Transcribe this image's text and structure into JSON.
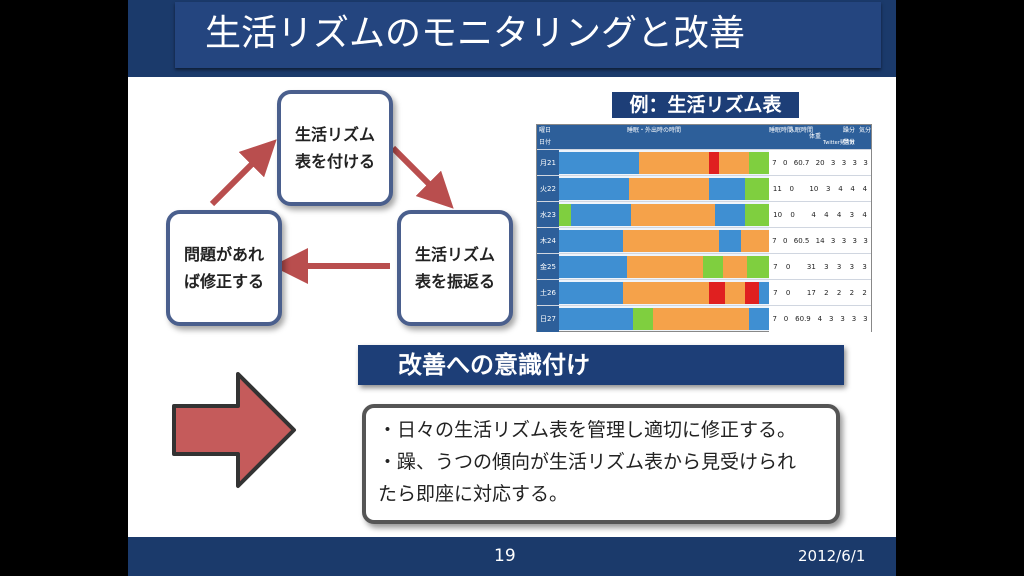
{
  "slide": {
    "title": "生活リズムのモニタリングと改善",
    "cycle": {
      "node_top": "生活リズム\n表を付ける",
      "node_right": "生活リズム\n表を振返る",
      "node_left": "問題があれ\nば修正する"
    },
    "example_title": "例：生活リズム表",
    "rhythm_table": {
      "header": [
        "曜日",
        "日付",
        "睡眠・外出時の時間",
        "睡眠時間",
        "入眠時間",
        "体重",
        "Twitter発言数",
        "躁分",
        "鬱分",
        "気分"
      ],
      "rows": [
        {
          "day": "月",
          "date": "21",
          "nums": [
            "7",
            "0",
            "60.7",
            "20",
            "3",
            "3",
            "3",
            "3"
          ]
        },
        {
          "day": "火",
          "date": "22",
          "nums": [
            "11",
            "0",
            "",
            "10",
            "3",
            "4",
            "4",
            "4"
          ]
        },
        {
          "day": "水",
          "date": "23",
          "nums": [
            "10",
            "0",
            "",
            "4",
            "4",
            "4",
            "3",
            "4"
          ]
        },
        {
          "day": "木",
          "date": "24",
          "nums": [
            "7",
            "0",
            "60.5",
            "14",
            "3",
            "3",
            "3",
            "3"
          ]
        },
        {
          "day": "金",
          "date": "25",
          "nums": [
            "7",
            "0",
            "",
            "31",
            "3",
            "3",
            "3",
            "3"
          ]
        },
        {
          "day": "土",
          "date": "26",
          "nums": [
            "7",
            "0",
            "",
            "17",
            "2",
            "2",
            "2",
            "2"
          ]
        },
        {
          "day": "日",
          "date": "27",
          "nums": [
            "7",
            "0",
            "60.9",
            "4",
            "3",
            "3",
            "3",
            "3"
          ]
        }
      ]
    },
    "band_title": "改善への意識付け",
    "body_lines": [
      "・日々の生活リズム表を管理し適切に修正する。",
      "・躁、うつの傾向が生活リズム表から見受けられ",
      "たら即座に対応する。"
    ],
    "page_number": "19",
    "date": "2012/6/1",
    "colors": {
      "navy": "#1d3e77",
      "arrow_red": "#c55b5b",
      "sleep_blue": "#3f8fd2",
      "out_orange": "#f5a24a",
      "green": "#7fcf3f",
      "red": "#e02020"
    }
  }
}
